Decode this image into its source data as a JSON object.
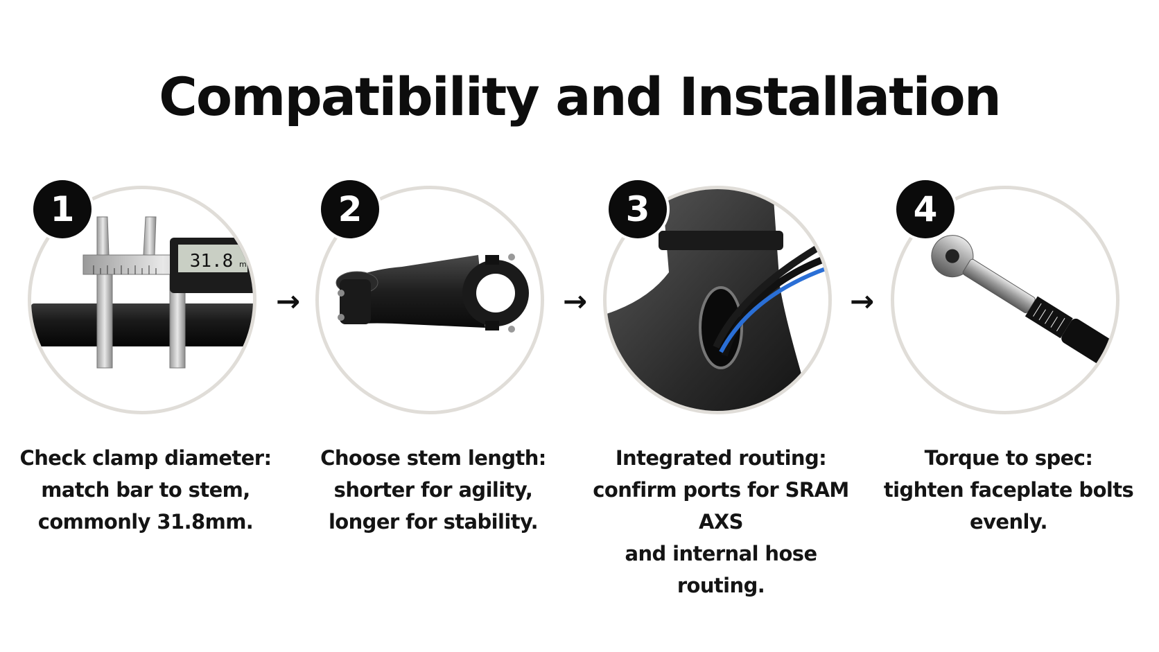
{
  "title": "Compatibility and Installation",
  "steps": [
    {
      "number": "1",
      "lines": [
        "Check clamp diameter:",
        "match bar to stem,",
        "commonly 31.8mm."
      ],
      "caliper_reading": "31.8",
      "caliper_unit": "mm"
    },
    {
      "number": "2",
      "lines": [
        "Choose stem length:",
        "shorter for agility,",
        "longer for stability."
      ]
    },
    {
      "number": "3",
      "lines": [
        "Integrated routing:",
        "confirm ports for SRAM AXS",
        "and internal hose routing."
      ]
    },
    {
      "number": "4",
      "lines": [
        "Torque to spec:",
        "tighten faceplate bolts",
        "evenly."
      ]
    }
  ],
  "arrow_glyph": "→",
  "colors": {
    "circle_border": "#e0ddd8",
    "badge": "#0b0b0b",
    "cable_blue": "#2a6fd6"
  }
}
